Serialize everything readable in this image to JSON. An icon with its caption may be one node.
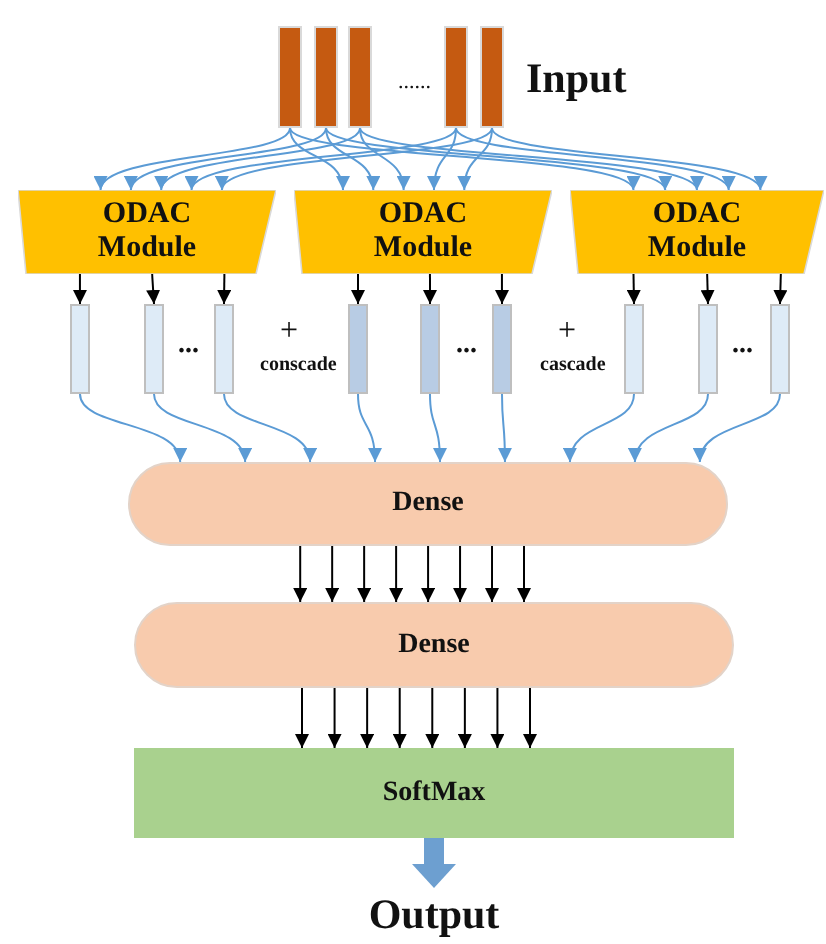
{
  "diagram": {
    "nodes": [
      {
        "text": [],
        "shape": "bar"
      },
      {
        "text": [],
        "shape": "bar"
      },
      {
        "text": [],
        "shape": "bar"
      },
      {
        "text": [],
        "shape": "bar"
      },
      {
        "text": [],
        "shape": "bar"
      },
      {
        "text": [
          "ODAC Module"
        ]
      },
      {
        "text": [
          "ODAC Module"
        ]
      },
      {
        "text": [
          "ODAC Module"
        ]
      },
      {
        "text": [],
        "shape": "bar"
      },
      {
        "text": [],
        "shape": "bar"
      },
      {
        "text": [],
        "shape": "bar"
      },
      {
        "text": [],
        "shape": "bar"
      },
      {
        "text": [],
        "shape": "bar"
      },
      {
        "text": [],
        "shape": "bar"
      },
      {
        "text": [],
        "shape": "bar"
      },
      {
        "text": [],
        "shape": "bar"
      },
      {
        "text": [],
        "shape": "bar"
      },
      {
        "text": [
          "Dense"
        ]
      },
      {
        "text": [
          "Dense"
        ]
      },
      {
        "text": [
          "SoftMax"
        ]
      },
      {
        "text": [
          "Output"
        ]
      }
    ],
    "edges": [
      {
        "from": 0,
        "to": 5,
        "arrow": "to",
        "color": "#5b9bd5"
      },
      {
        "from": 1,
        "to": 5,
        "arrow": "to",
        "color": "#5b9bd5"
      },
      {
        "from": 2,
        "to": 5,
        "arrow": "to",
        "color": "#5b9bd5"
      },
      {
        "from": 3,
        "to": 5,
        "arrow": "to",
        "color": "#5b9bd5"
      },
      {
        "from": 4,
        "to": 5,
        "arrow": "to",
        "color": "#5b9bd5"
      },
      {
        "from": 0,
        "to": 6,
        "arrow": "to",
        "color": "#5b9bd5"
      },
      {
        "from": 1,
        "to": 6,
        "arrow": "to",
        "color": "#5b9bd5"
      },
      {
        "from": 2,
        "to": 6,
        "arrow": "to",
        "color": "#5b9bd5"
      },
      {
        "from": 3,
        "to": 6,
        "arrow": "to",
        "color": "#5b9bd5"
      },
      {
        "from": 4,
        "to": 6,
        "arrow": "to",
        "color": "#5b9bd5"
      },
      {
        "from": 0,
        "to": 7,
        "arrow": "to",
        "color": "#5b9bd5"
      },
      {
        "from": 1,
        "to": 7,
        "arrow": "to",
        "color": "#5b9bd5"
      },
      {
        "from": 2,
        "to": 7,
        "arrow": "to",
        "color": "#5b9bd5"
      },
      {
        "from": 3,
        "to": 7,
        "arrow": "to",
        "color": "#5b9bd5"
      },
      {
        "from": 4,
        "to": 7,
        "arrow": "to",
        "color": "#5b9bd5"
      },
      {
        "from": 5,
        "to": 8,
        "arrow": "to"
      },
      {
        "from": 5,
        "to": 9,
        "arrow": "to"
      },
      {
        "from": 5,
        "to": 10,
        "arrow": "to"
      },
      {
        "from": 6,
        "to": 11,
        "arrow": "to"
      },
      {
        "from": 6,
        "to": 12,
        "arrow": "to"
      },
      {
        "from": 6,
        "to": 13,
        "arrow": "to"
      },
      {
        "from": 7,
        "to": 14,
        "arrow": "to"
      },
      {
        "from": 7,
        "to": 15,
        "arrow": "to"
      },
      {
        "from": 7,
        "to": 16,
        "arrow": "to"
      },
      {
        "from": 8,
        "to": 17,
        "arrow": "to",
        "color": "#5b9bd5"
      },
      {
        "from": 9,
        "to": 17,
        "arrow": "to",
        "color": "#5b9bd5"
      },
      {
        "from": 10,
        "to": 17,
        "arrow": "to",
        "color": "#5b9bd5"
      },
      {
        "from": 11,
        "to": 17,
        "arrow": "to",
        "color": "#5b9bd5"
      },
      {
        "from": 12,
        "to": 17,
        "arrow": "to",
        "color": "#5b9bd5"
      },
      {
        "from": 13,
        "to": 17,
        "arrow": "to",
        "color": "#5b9bd5"
      },
      {
        "from": 14,
        "to": 17,
        "arrow": "to",
        "color": "#5b9bd5"
      },
      {
        "from": 15,
        "to": 17,
        "arrow": "to",
        "color": "#5b9bd5"
      },
      {
        "from": 16,
        "to": 17,
        "arrow": "to",
        "color": "#5b9bd5"
      },
      {
        "from": 17,
        "to": 18,
        "arrow": "to"
      },
      {
        "from": 17,
        "to": 18,
        "arrow": "to"
      },
      {
        "from": 17,
        "to": 18,
        "arrow": "to"
      },
      {
        "from": 17,
        "to": 18,
        "arrow": "to"
      },
      {
        "from": 17,
        "to": 18,
        "arrow": "to"
      },
      {
        "from": 17,
        "to": 18,
        "arrow": "to"
      },
      {
        "from": 17,
        "to": 18,
        "arrow": "to"
      },
      {
        "from": 17,
        "to": 18,
        "arrow": "to"
      },
      {
        "from": 18,
        "to": 19,
        "arrow": "to"
      },
      {
        "from": 18,
        "to": 19,
        "arrow": "to"
      },
      {
        "from": 18,
        "to": 19,
        "arrow": "to"
      },
      {
        "from": 18,
        "to": 19,
        "arrow": "to"
      },
      {
        "from": 18,
        "to": 19,
        "arrow": "to"
      },
      {
        "from": 18,
        "to": 19,
        "arrow": "to"
      },
      {
        "from": 18,
        "to": 19,
        "arrow": "to"
      },
      {
        "from": 18,
        "to": 19,
        "arrow": "to"
      },
      {
        "from": 19,
        "to": 20,
        "arrow": "to",
        "style": "thick",
        "color": "#6d9fd0"
      }
    ],
    "labels": [
      "......",
      "Input",
      "...",
      "+",
      "conscade",
      "...",
      "+",
      "cascade",
      "..."
    ]
  }
}
